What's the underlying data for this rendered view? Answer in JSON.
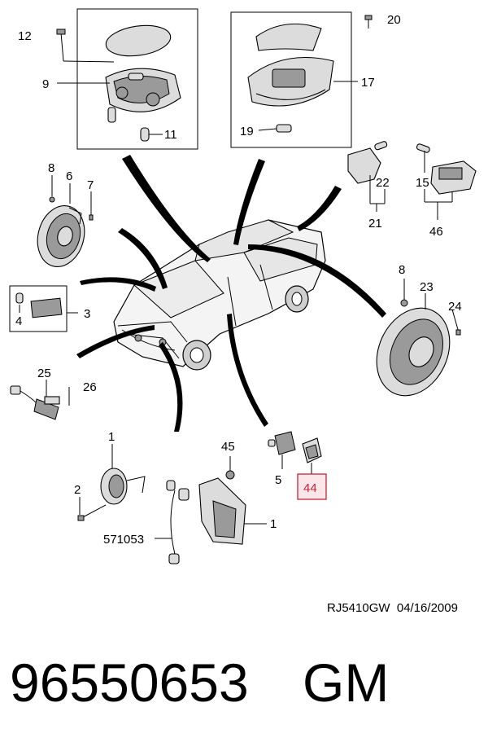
{
  "diagram": {
    "labels": [
      {
        "id": "12",
        "text": "12"
      },
      {
        "id": "9",
        "text": "9"
      },
      {
        "id": "11",
        "text": "11"
      },
      {
        "id": "20",
        "text": "20"
      },
      {
        "id": "17",
        "text": "17"
      },
      {
        "id": "19",
        "text": "19"
      },
      {
        "id": "8a",
        "text": "8"
      },
      {
        "id": "6",
        "text": "6"
      },
      {
        "id": "7",
        "text": "7"
      },
      {
        "id": "22",
        "text": "22"
      },
      {
        "id": "21",
        "text": "21"
      },
      {
        "id": "15",
        "text": "15"
      },
      {
        "id": "46",
        "text": "46"
      },
      {
        "id": "4",
        "text": "4"
      },
      {
        "id": "3",
        "text": "3"
      },
      {
        "id": "8b",
        "text": "8"
      },
      {
        "id": "23",
        "text": "23"
      },
      {
        "id": "24",
        "text": "24"
      },
      {
        "id": "25",
        "text": "25"
      },
      {
        "id": "26",
        "text": "26"
      },
      {
        "id": "1a",
        "text": "1"
      },
      {
        "id": "45",
        "text": "45"
      },
      {
        "id": "2",
        "text": "2"
      },
      {
        "id": "5",
        "text": "5"
      },
      {
        "id": "44",
        "text": "44"
      },
      {
        "id": "1b",
        "text": "1"
      },
      {
        "id": "571053",
        "text": "571053"
      }
    ],
    "highlighted_label": "44",
    "highlight_color": "#c0283a"
  },
  "footer": {
    "reference": "RJ5410GW  04/16/2009",
    "part_number": "96550653",
    "brand": "GM"
  }
}
